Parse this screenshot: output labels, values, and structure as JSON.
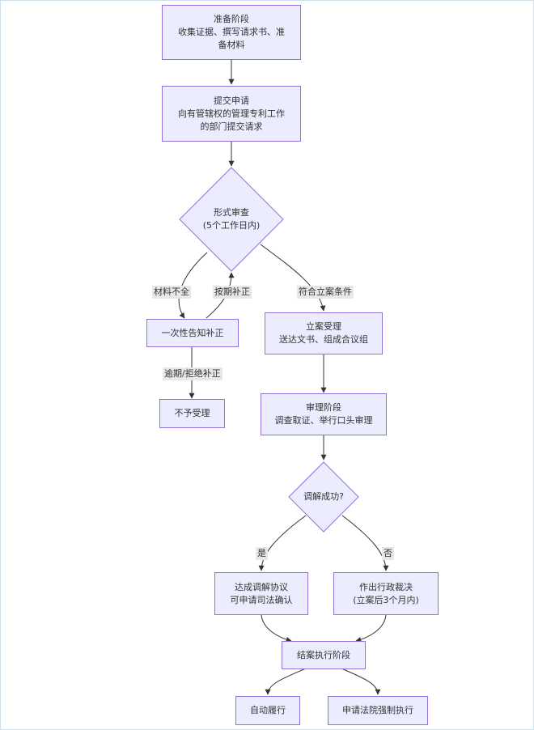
{
  "nodes": {
    "prepare": {
      "title": "准备阶段",
      "lines": [
        "收集证据、撰写请求书、准",
        "备材料"
      ]
    },
    "submit": {
      "title": "提交申请",
      "lines": [
        "向有管辖权的管理专利工作",
        "的部门提交请求"
      ]
    },
    "formal_review": {
      "title": "形式审查",
      "lines": [
        "(5个工作日内)"
      ]
    },
    "notice": {
      "title": "一次性告知补正"
    },
    "reject": {
      "title": "不予受理"
    },
    "accept": {
      "title": "立案受理",
      "lines": [
        "送达文书、组成合议组"
      ]
    },
    "trial": {
      "title": "审理阶段",
      "lines": [
        "调查取证、举行口头审理"
      ]
    },
    "mediation": {
      "title": "调解成功?"
    },
    "agreement": {
      "title": "达成调解协议",
      "lines": [
        "可申请司法确认"
      ]
    },
    "decision": {
      "title": "作出行政裁决",
      "lines": [
        "(立案后3个月内)"
      ]
    },
    "closing": {
      "title": "结案执行阶段"
    },
    "self_perform": {
      "title": "自动履行"
    },
    "enforce": {
      "title": "申请法院强制执行"
    }
  },
  "edge_labels": {
    "incomplete": "材料不全",
    "on_time": "按期补正",
    "qualified": "符合立案条件",
    "overdue": "逾期/拒绝补正",
    "yes": "是",
    "no": "否"
  },
  "colors": {
    "node_fill": "#ECECFF",
    "node_border": "#9370DB",
    "edge": "#333333",
    "label_bg": "#e8e8e8"
  }
}
